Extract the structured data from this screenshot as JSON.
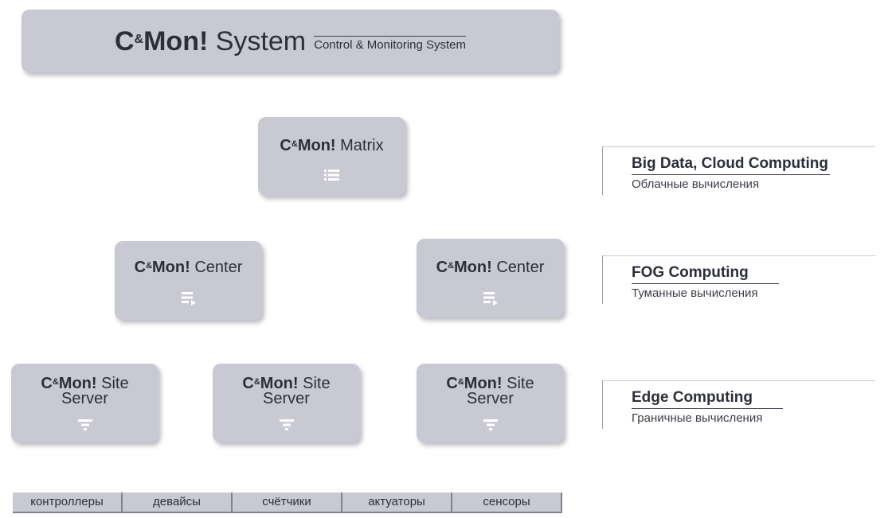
{
  "header": {
    "brand_prefix": "C",
    "brand_sup": "&",
    "brand_bold": "Mon!",
    "brand_rest": "System",
    "subtitle": "Control & Monitoring System"
  },
  "nodes": {
    "matrix": {
      "brand_prefix": "C",
      "brand_sup": "&",
      "brand_bold": "Mon!",
      "name": "Matrix",
      "icon": "list-icon"
    },
    "center_left": {
      "brand_prefix": "C",
      "brand_sup": "&",
      "brand_bold": "Mon!",
      "name": "Center",
      "icon": "playlist-play-icon"
    },
    "center_right": {
      "brand_prefix": "C",
      "brand_sup": "&",
      "brand_bold": "Mon!",
      "name": "Center",
      "icon": "playlist-play-icon"
    },
    "site_1": {
      "brand_prefix": "C",
      "brand_sup": "&",
      "brand_bold": "Mon!",
      "name": "Site",
      "name2": "Server",
      "icon": "filter-icon"
    },
    "site_2": {
      "brand_prefix": "C",
      "brand_sup": "&",
      "brand_bold": "Mon!",
      "name": "Site",
      "name2": "Server",
      "icon": "filter-icon"
    },
    "site_3": {
      "brand_prefix": "C",
      "brand_sup": "&",
      "brand_bold": "Mon!",
      "name": "Site",
      "name2": "Server",
      "icon": "filter-icon"
    }
  },
  "tiers": [
    {
      "title": "Big Data, Cloud Computing",
      "subtitle": "Облачные вычисления"
    },
    {
      "title": "FOG Computing",
      "subtitle": "Туманные вычисления"
    },
    {
      "title": "Edge Computing",
      "subtitle": "Граничные вычисления"
    }
  ],
  "devices": [
    "контроллеры",
    "девайсы",
    "счётчики",
    "актуаторы",
    "сенсоры"
  ],
  "colors": {
    "card": "#c8c9d3",
    "text": "#2c2f3a",
    "icon": "#ffffff"
  }
}
